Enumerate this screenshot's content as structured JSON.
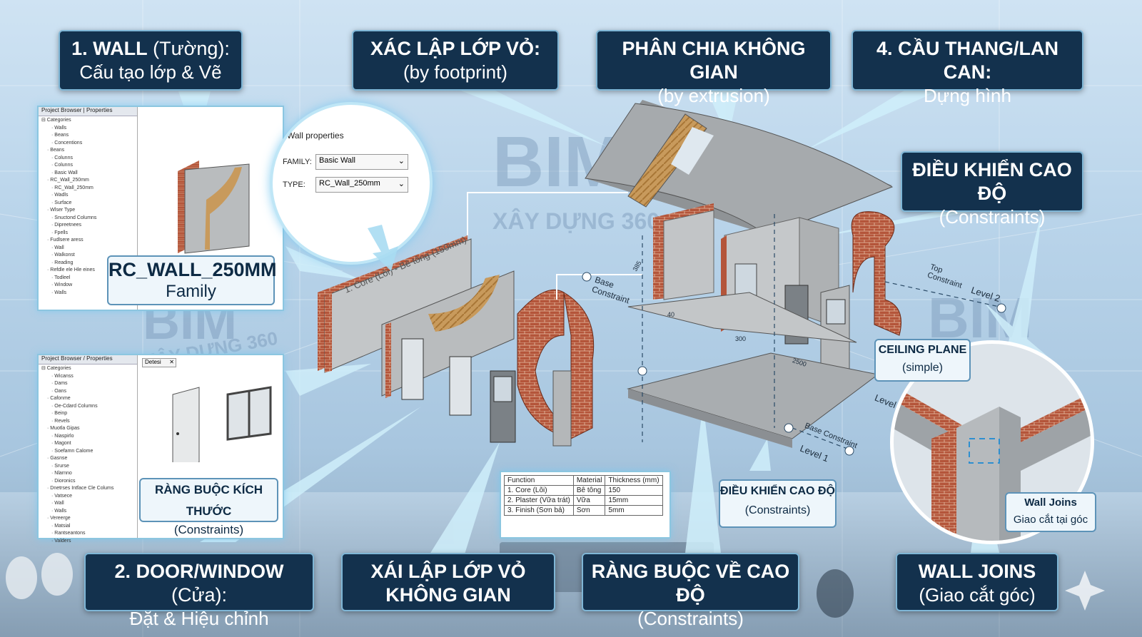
{
  "labels": {
    "wall": {
      "title_bold": "1. WALL",
      "title_rest": " (Tường):",
      "sub": "Cấu tạo lớp & Vẽ"
    },
    "xac_lap": {
      "title": "XÁC LẬP LỚP VỎ:",
      "sub": "(by footprint)"
    },
    "phan_chia": {
      "title": "PHÂN CHIA KHÔNG GIAN",
      "sub": "(by extrusion)"
    },
    "cau_thang": {
      "title": "4. CẦU THANG/LAN CAN:",
      "sub": "Dựng hình"
    },
    "dieu_khien_top": {
      "title": "ĐIỀU KHIỂN CAO ĐỘ",
      "sub": "(Constraints)"
    },
    "door_window": {
      "title_bold": "2. DOOR/WINDOW",
      "title_rest": " (Cửa):",
      "sub": "Đặt & Hiệu chỉnh"
    },
    "xai_lap": {
      "title1": "XÁI LẬP LỚP VỎ",
      "title2": "KHÔNG GIAN"
    },
    "rang_buoc_cao_do": {
      "title": "RÀNG BUỘC VỀ CAO ĐỘ",
      "sub": "(Constraints)"
    },
    "wall_joins": {
      "title": "WALL JOINS",
      "sub": "(Giao cắt góc)"
    },
    "dieu_khien_mid": {
      "title": "ĐIỀU KHIỂN CAO ĐỘ",
      "sub": "(Constraints)"
    },
    "ceiling_plane": {
      "title": "CEILING PLANE",
      "sub": "(simple)"
    },
    "wall_joins_small": {
      "title": "Wall Joins",
      "sub": "Giao cắt tại góc"
    },
    "rc_wall": {
      "title": "RC_WALL_250MM",
      "sub": "Family"
    },
    "rang_buoc_kich_thuoc": {
      "title": "RÀNG BUỘC KÍCH THƯỚC",
      "sub": "(Constraints)"
    }
  },
  "project_browser_1": {
    "header": "Project Browser | Properties",
    "items": [
      "Categories",
      "Walls",
      "Beans",
      "Concentions",
      "Beans",
      "Colunns",
      "Colunns",
      "Basic Wall",
      "RC_Wall_250mm",
      "RC_Wall_250mm",
      "Wadls",
      "Surface",
      "Wlser Type",
      "Snuctond Columns",
      "Dipreetnees",
      "Fpells",
      "Fudlsere aress",
      "Wall",
      "Walkonst",
      "Reading",
      "Refdle ele Hle eines",
      "Todleel",
      "Window",
      "Walls"
    ]
  },
  "project_browser_2": {
    "header": "Project Browser / Properties",
    "tab": "Detesi",
    "items": [
      "Categories",
      "Wicanss",
      "Dams",
      "Oans",
      "Cafonme",
      "Oe-Cdard Columns",
      "Beinp",
      "Revels",
      "Muotla Gipas",
      "Niaspirlo",
      "Magont",
      "Soefamn Calome",
      "Gasnse",
      "Srurse",
      "Nlarnno",
      "Dioronics",
      "Dnetrses Intface Cle Colums",
      "Vatsece",
      "Wall",
      "Walls",
      "Vereerge",
      "Matsial",
      "Rantseantons",
      "Valders"
    ]
  },
  "wall_properties": {
    "title": "Wall properties",
    "family_label": "FAMILY:",
    "family_value": "Basic Wall",
    "type_label": "TYPE:",
    "type_value": "RC_Wall_250mm"
  },
  "layer_table": {
    "headers": [
      "Function",
      "Material",
      "Thickness (mm)"
    ],
    "rows": [
      [
        "1. Core (Lõi)",
        "Bê tông",
        "150"
      ],
      [
        "2. Plaster (Vữa trát)",
        "Vữa",
        "15mm"
      ],
      [
        "3. Finish (Sơn bả)",
        "Sơn",
        "5mm"
      ]
    ]
  },
  "wall_core_text": "1. Core (Lõi) - Bê tông (150mm)",
  "annotations": {
    "base_constraint_1": "Base Constraint",
    "top_constraint": "Top Constraint",
    "level_2": "Level 2",
    "level": "Level",
    "base_constraint_2": "Base Constraint",
    "level_1": "Level 1",
    "dim_385": "385",
    "dim_40": "40",
    "dim_300": "300",
    "dim_250": "2500"
  },
  "watermarks": {
    "bim": "BIM",
    "xay_dung": "XÂY DỰNG 360"
  },
  "colors": {
    "label_bg": "#13314d",
    "label_border": "#7fb6d6",
    "brick": "#b4553a",
    "concrete": "#b9bcbe"
  }
}
